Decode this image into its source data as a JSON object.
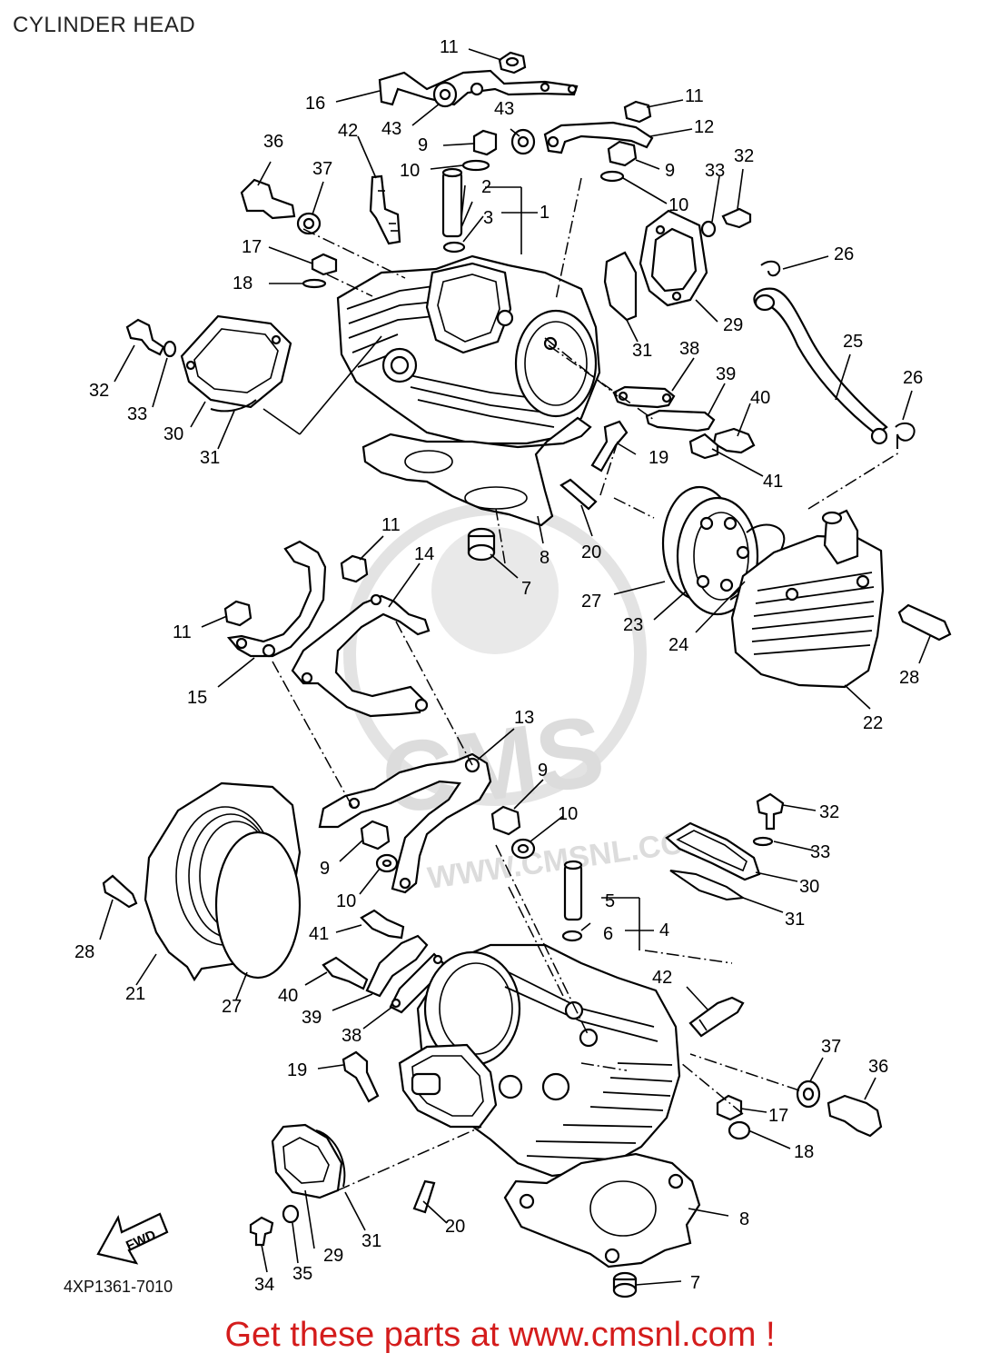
{
  "title": "CYLINDER HEAD",
  "part_code": "4XP1361-7010",
  "watermark": "CMS",
  "watermark_url": "WWW.CMSNL.COM",
  "fwd_label": "FWD",
  "footer": "Get these parts at www.cmsnl.com !",
  "colors": {
    "footer": "#d41c1c",
    "ink": "#000000",
    "watermark": "#e3e3e3"
  },
  "callouts": [
    "11",
    "16",
    "43",
    "43",
    "11",
    "12",
    "36",
    "42",
    "9",
    "37",
    "10",
    "2",
    "1",
    "3",
    "9",
    "10",
    "33",
    "32",
    "26",
    "17",
    "18",
    "29",
    "25",
    "32",
    "33",
    "31",
    "38",
    "26",
    "39",
    "40",
    "30",
    "31",
    "19",
    "41",
    "11",
    "14",
    "20",
    "8",
    "7",
    "27",
    "11",
    "23",
    "24",
    "28",
    "15",
    "22",
    "13",
    "9",
    "32",
    "10",
    "33",
    "9",
    "30",
    "10",
    "31",
    "28",
    "5",
    "4",
    "6",
    "41",
    "42",
    "21",
    "27",
    "40",
    "39",
    "38",
    "37",
    "36",
    "19",
    "17",
    "18",
    "8",
    "20",
    "31",
    "29",
    "34",
    "35",
    "7"
  ]
}
